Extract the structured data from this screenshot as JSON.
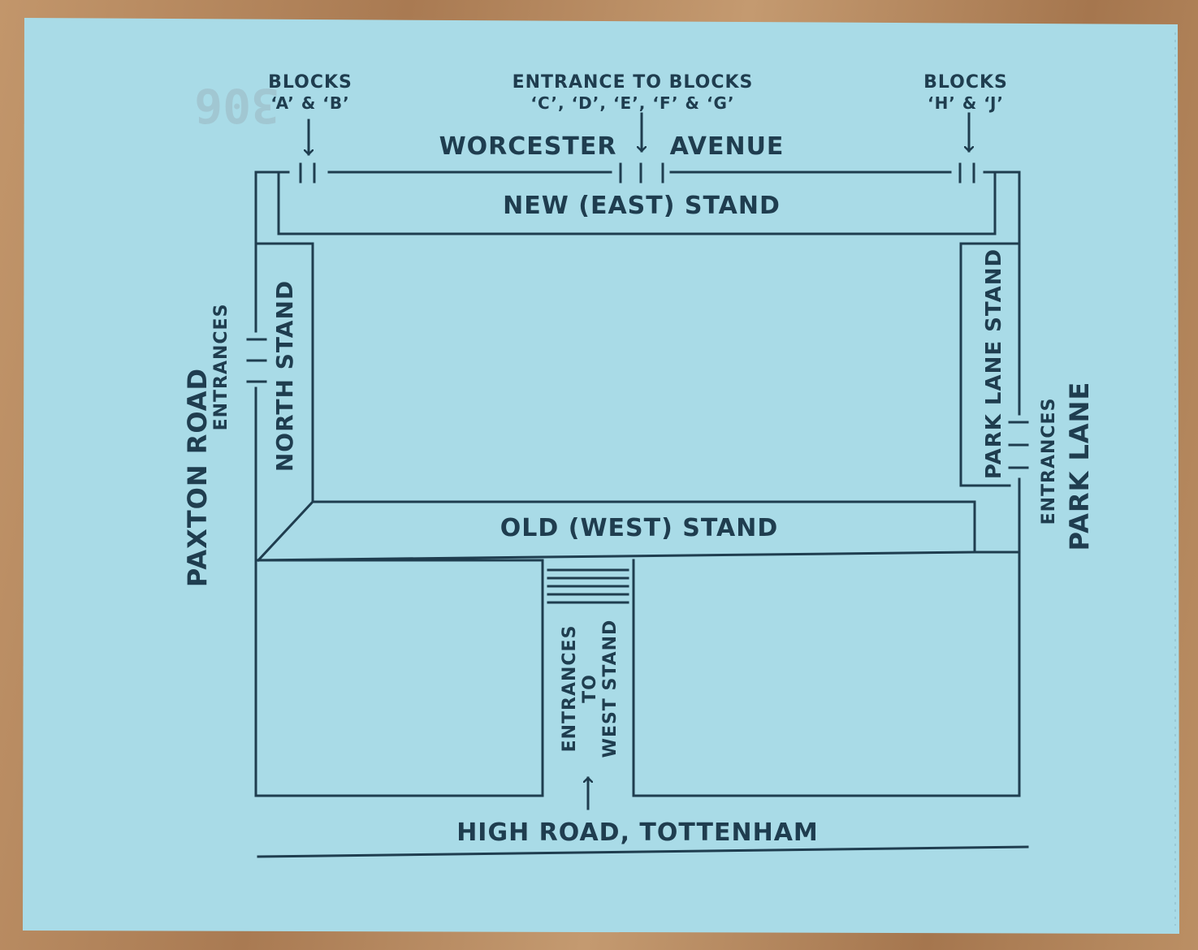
{
  "ticket": {
    "card_color": "#a9dbe7",
    "ink_color": "#1f3d4f",
    "table_color": "#b98a5f"
  },
  "labels": {
    "blocks_ab_line1": "BLOCKS",
    "blocks_ab_line2": "‘A’ & ‘B’",
    "entrance_cg_line1": "ENTRANCE TO BLOCKS",
    "entrance_cg_line2": "‘C’, ‘D’, ‘E’, ‘F’ & ‘G’",
    "blocks_hj_line1": "BLOCKS",
    "blocks_hj_line2": "‘H’ & ‘J’",
    "street_left": "WORCESTER",
    "street_right": "AVENUE",
    "east_stand": "NEW (EAST) STAND",
    "north_stand": "NORTH STAND",
    "park_lane_stand": "PARK LANE STAND",
    "west_stand": "OLD (WEST) STAND",
    "paxton_road": "PAXTON ROAD",
    "paxton_entrances": "ENTRANCES",
    "park_lane": "PARK LANE",
    "park_lane_entrances": "ENTRANCES",
    "west_entr_line1": "ENTRANCES",
    "west_entr_line2": "TO",
    "west_entr_line3": "WEST STAND",
    "high_road": "HIGH ROAD, TOTTENHAM"
  }
}
